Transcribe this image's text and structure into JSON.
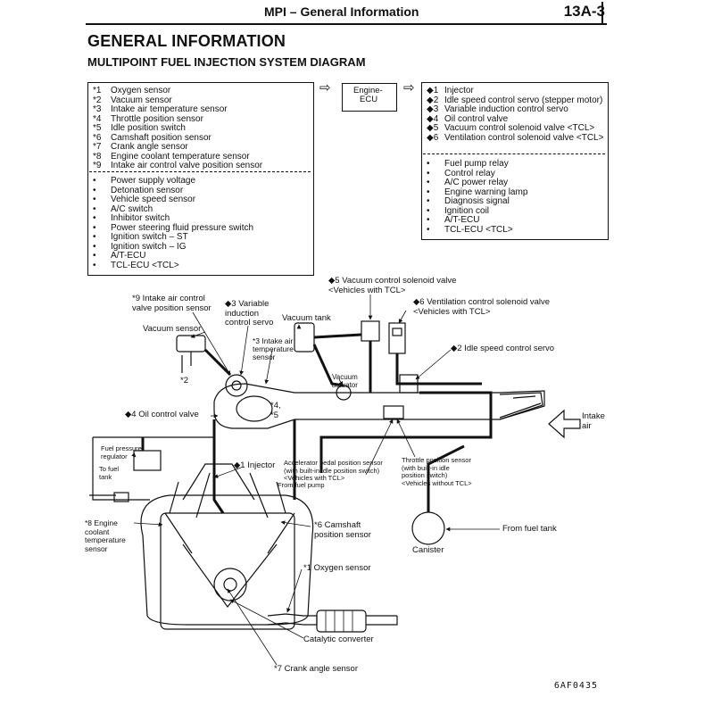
{
  "header": {
    "title": "MPI – General Information",
    "page": "13A-3"
  },
  "heading": "GENERAL INFORMATION",
  "subheading": "MULTIPOINT FUEL INJECTION SYSTEM DIAGRAM",
  "sensors_box": {
    "numbered": [
      {
        "mark": "*1",
        "text": "Oxygen sensor"
      },
      {
        "mark": "*2",
        "text": "Vacuum sensor"
      },
      {
        "mark": "*3",
        "text": "Intake air temperature sensor"
      },
      {
        "mark": "*4",
        "text": "Throttle position sensor"
      },
      {
        "mark": "*5",
        "text": "Idle position switch"
      },
      {
        "mark": "*6",
        "text": "Camshaft position sensor"
      },
      {
        "mark": "*7",
        "text": "Crank angle sensor"
      },
      {
        "mark": "*8",
        "text": "Engine coolant temperature sensor"
      },
      {
        "mark": "*9",
        "text": "Intake air control valve position sensor"
      }
    ],
    "bulleted": [
      {
        "mark": "•",
        "text": "Power supply voltage"
      },
      {
        "mark": "•",
        "text": "Detonation sensor"
      },
      {
        "mark": "•",
        "text": "Vehicle speed sensor"
      },
      {
        "mark": "•",
        "text": "A/C switch"
      },
      {
        "mark": "•",
        "text": "Inhibitor switch"
      },
      {
        "mark": "•",
        "text": "Power steering fluid pressure switch"
      },
      {
        "mark": "•",
        "text": "Ignition switch – ST"
      },
      {
        "mark": "•",
        "text": "Ignition switch – IG"
      },
      {
        "mark": "•",
        "text": "A/T-ECU"
      },
      {
        "mark": "•",
        "text": "TCL-ECU <TCL>"
      }
    ]
  },
  "ecu_box": {
    "line1": "Engine-",
    "line2": "ECU",
    "arrow_in": "⇨",
    "arrow_out": "⇨"
  },
  "actuators_box": {
    "numbered": [
      {
        "mark": "◆1",
        "text": "Injector"
      },
      {
        "mark": "◆2",
        "text": "Idle speed control servo (stepper motor)"
      },
      {
        "mark": "◆3",
        "text": "Variable induction control servo"
      },
      {
        "mark": "◆4",
        "text": "Oil control valve"
      },
      {
        "mark": "◆5",
        "text": "Vacuum control solenoid valve <TCL>"
      },
      {
        "mark": "◆6",
        "text": "Ventilation control solenoid valve <TCL>"
      }
    ],
    "bulleted": [
      {
        "mark": "•",
        "text": "Fuel pump relay"
      },
      {
        "mark": "•",
        "text": "Control relay"
      },
      {
        "mark": "•",
        "text": "A/C power relay"
      },
      {
        "mark": "•",
        "text": "Engine warning lamp"
      },
      {
        "mark": "•",
        "text": "Diagnosis signal"
      },
      {
        "mark": "•",
        "text": "Ignition coil"
      },
      {
        "mark": "•",
        "text": "A/T-ECU"
      },
      {
        "mark": "•",
        "text": "TCL-ECU <TCL>"
      }
    ]
  },
  "diagram_labels": {
    "vcsv": "◆5 Vacuum control solenoid valve\n<Vehicles with TCL>",
    "vent": "◆6 Ventilation control solenoid valve\n<Vehicles with TCL>",
    "iac_pos": "*9 Intake air control\nvalve position sensor",
    "var_ind": "◆3 Variable\ninduction\ncontrol servo",
    "vac_tank": "Vacuum tank",
    "vac_sensor": "Vacuum sensor",
    "iat": "*3 Intake air\ntemperature\nsensor",
    "isc": "◆2 Idle speed control servo",
    "vac_act": "Vacuum\nactuator",
    "star2": "*2",
    "star45": "*4,\n*5",
    "ocv": "◆4 Oil control valve",
    "intake_air": "Intake\nair",
    "fpr": "Fuel pressure\nregulator",
    "to_fuel_tank": "To fuel\ntank",
    "injector": "◆1 Injector",
    "apps": "Accelerator pedal position sensor\n(with built-in idle position switch)\n<Vehicles with TCL>",
    "from_fuel_pump": "From fuel pump",
    "tps": "Throttle position sensor\n(with built-in idle\nposition switch)\n<Vehicles without TCL>",
    "ect": "*8 Engine\ncoolant\ntemperature\nsensor",
    "cmp": "*6 Camshaft\nposition sensor",
    "from_fuel_tank": "From fuel tank",
    "canister": "Canister",
    "o2": "*1 Oxygen sensor",
    "cat": "Catalytic converter",
    "crank": "*7 Crank angle sensor"
  },
  "figure_code": "6AF0435"
}
